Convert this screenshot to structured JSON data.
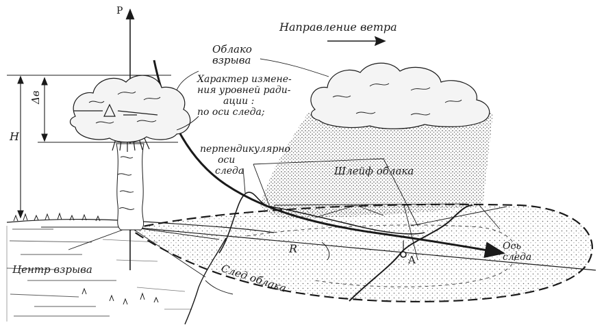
{
  "title": "",
  "labels": {
    "p_axis": "P",
    "wind_direction": "Направление ветра",
    "cloud_of_explosion": [
      "Облако",
      "взрыва"
    ],
    "radiation_levels_change": [
      "Характер измене-",
      "ния уровней ради-",
      "ации :",
      "по оси следа;"
    ],
    "perpendicular": [
      "перпендикулярно",
      "оси",
      "следа"
    ],
    "cloud_plume": "Шлейф облака",
    "height_h": "H",
    "delta_b": "Δв",
    "explosion_center": "Центр взрыва",
    "cloud_trace": "След облака",
    "trace_axis": [
      "Ось",
      "следа"
    ],
    "distance_r": "R",
    "point_a": "A"
  },
  "colors": {
    "ink": "#1a1a1a",
    "paper": "#ffffff"
  }
}
